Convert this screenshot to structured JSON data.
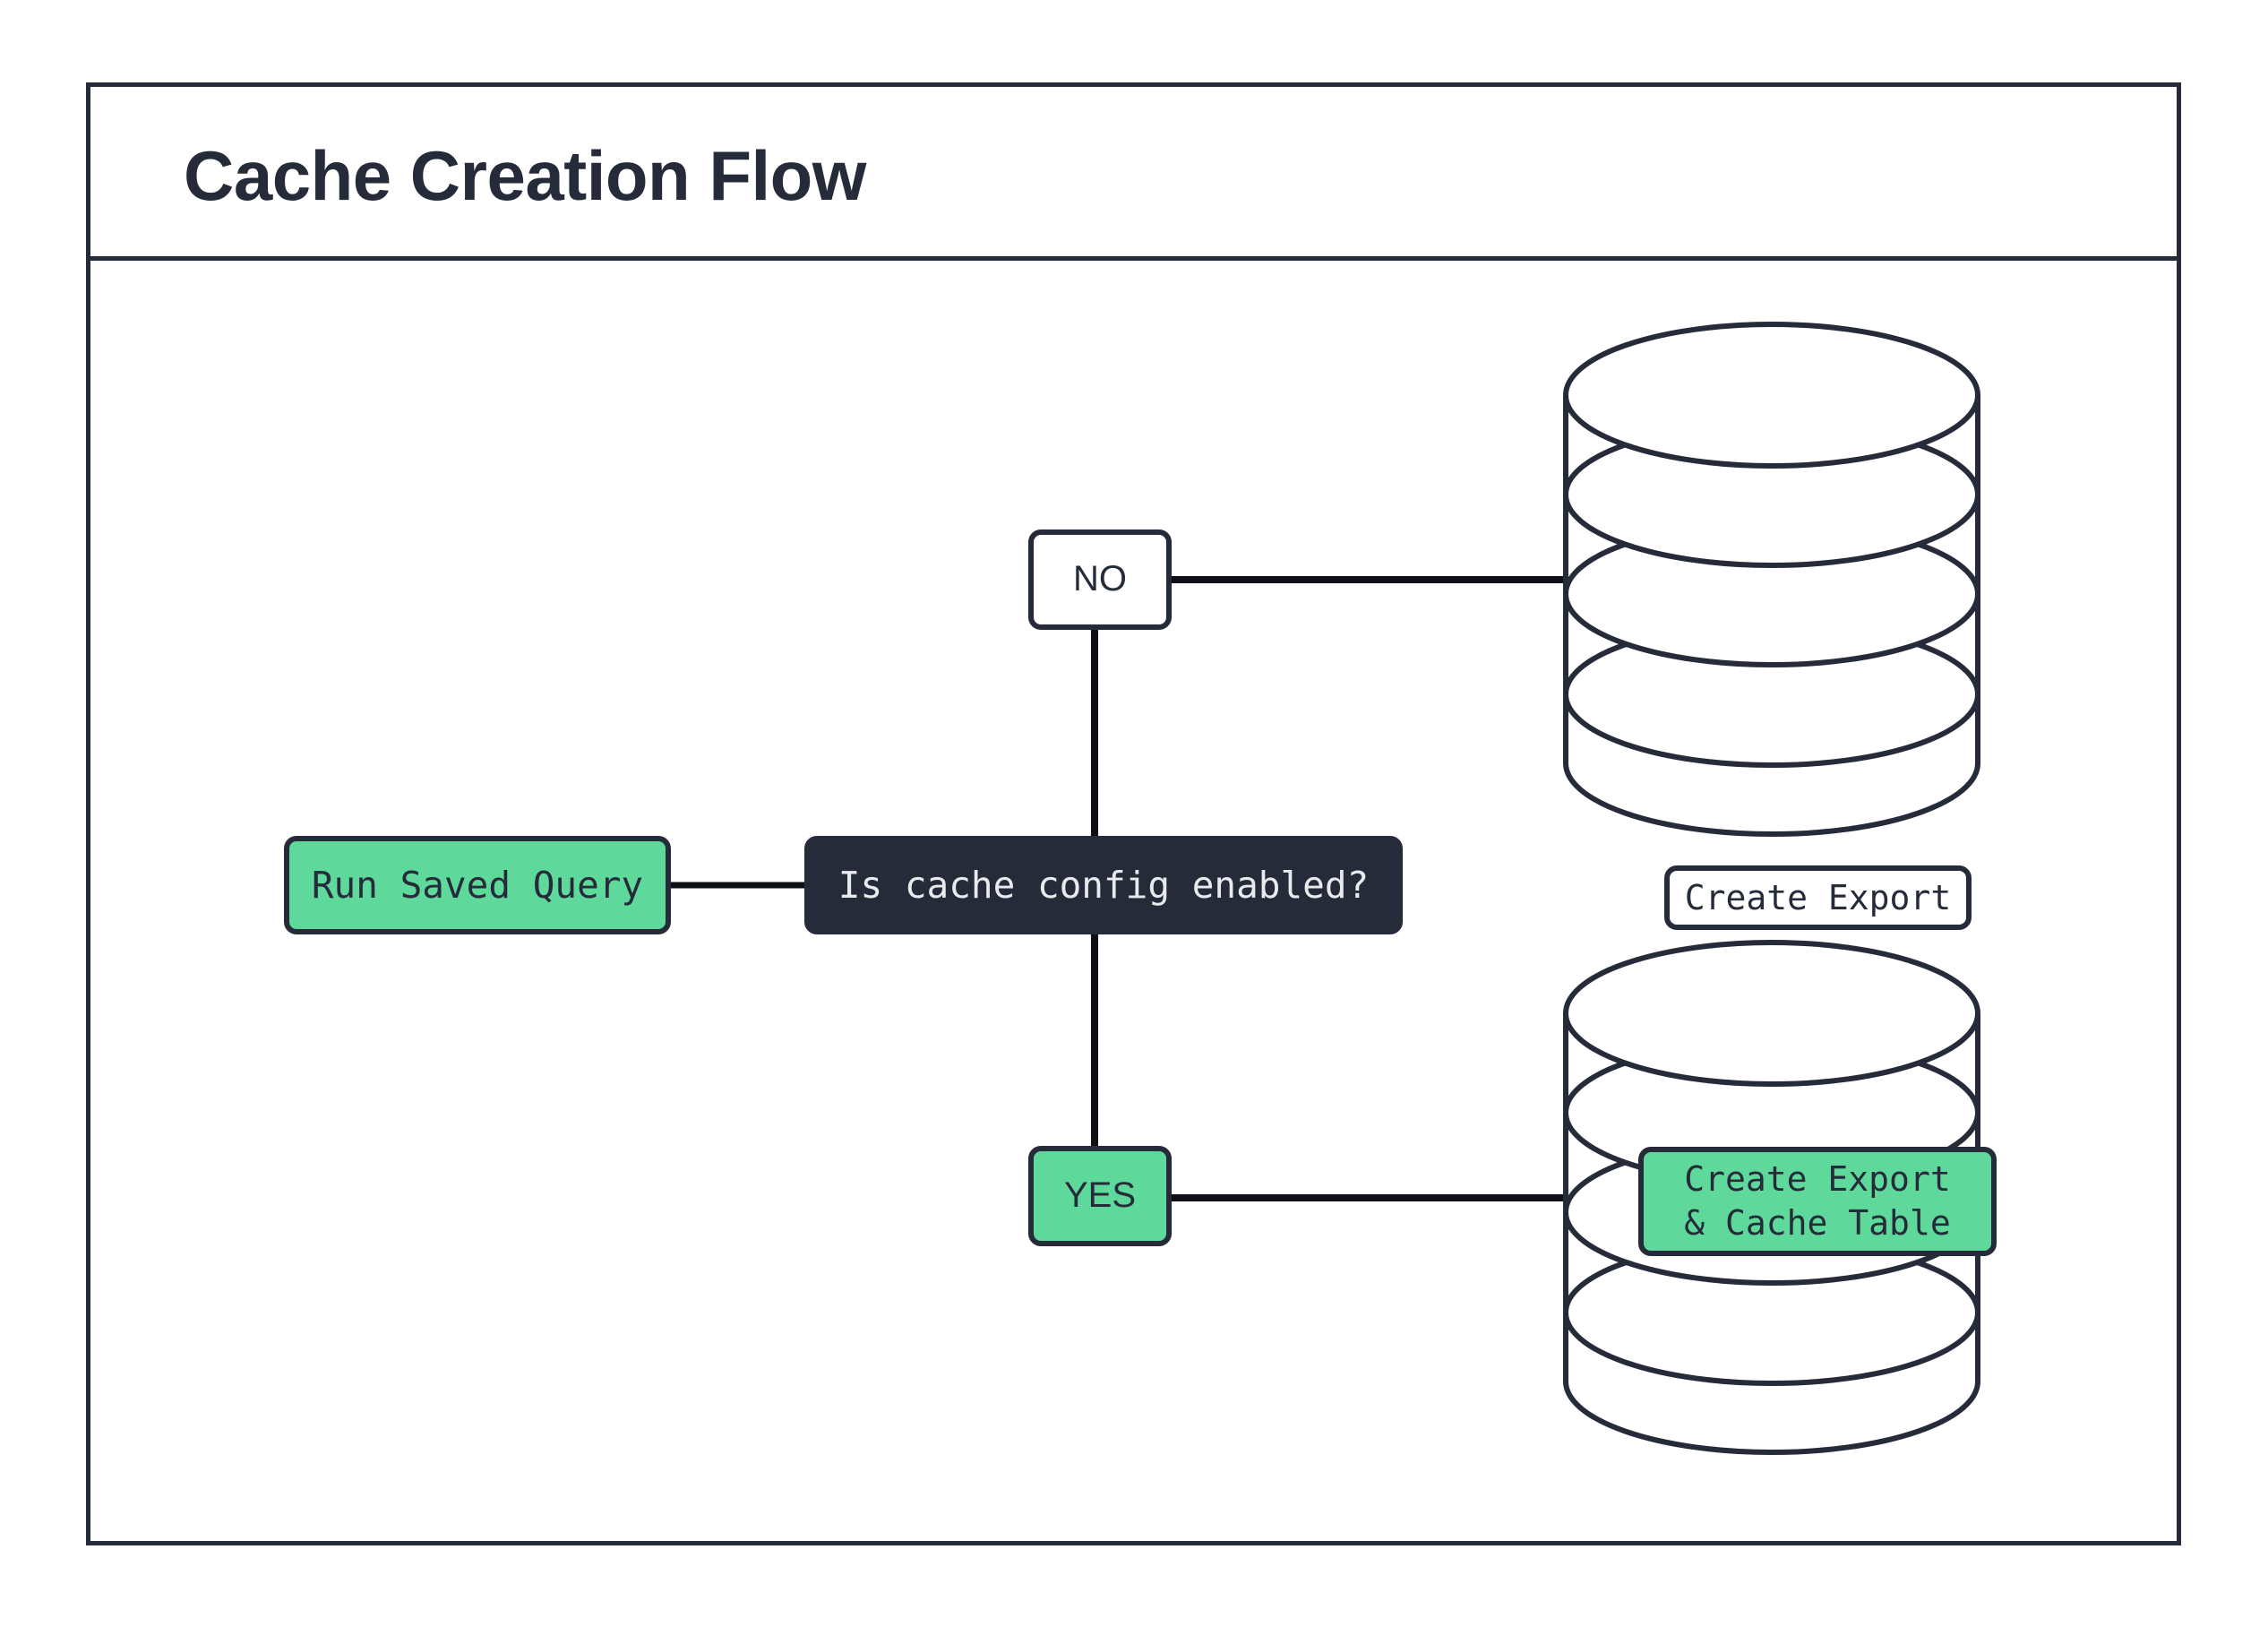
{
  "frame": {
    "title": "Cache Creation Flow"
  },
  "palette": {
    "ink": "#262b3a",
    "green": "#5ed99b",
    "paper": "#ffffff",
    "dark_text": "#e9eaee"
  },
  "diagram": {
    "type": "flowchart",
    "direction": "left-to-right",
    "nodes": [
      {
        "id": "run-saved-query",
        "label": "Run Saved Query",
        "shape": "rounded-rect",
        "fill": "green"
      },
      {
        "id": "decision",
        "label": "Is cache config enabled?",
        "shape": "rounded-rect",
        "fill": "dark"
      },
      {
        "id": "no",
        "label": "NO",
        "shape": "rounded-rect",
        "fill": "white"
      },
      {
        "id": "yes",
        "label": "YES",
        "shape": "rounded-rect",
        "fill": "green"
      },
      {
        "id": "db-export",
        "label": "Create Export",
        "shape": "database",
        "fill": "white"
      },
      {
        "id": "db-export-cache",
        "label": "Create Export\n& Cache Table",
        "shape": "database",
        "fill": "green"
      }
    ],
    "edges": [
      {
        "from": "run-saved-query",
        "to": "decision"
      },
      {
        "from": "decision",
        "to": "no"
      },
      {
        "from": "decision",
        "to": "yes"
      },
      {
        "from": "no",
        "to": "db-export"
      },
      {
        "from": "yes",
        "to": "db-export-cache"
      }
    ]
  }
}
